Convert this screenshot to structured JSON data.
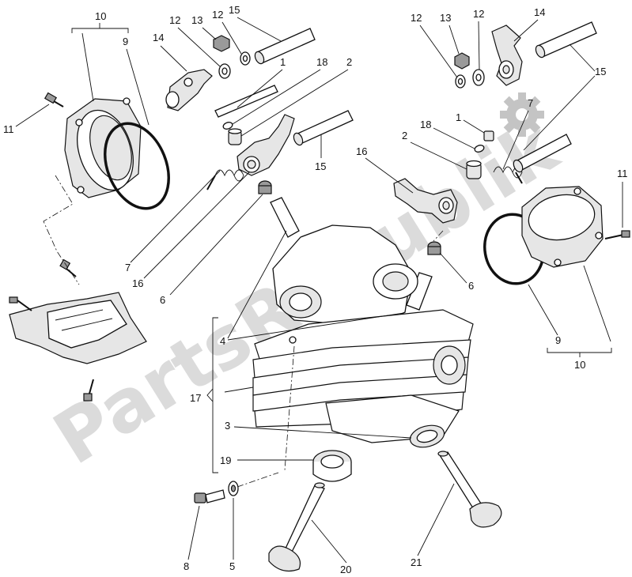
{
  "watermark": {
    "text": "PartsRepublik"
  },
  "callouts": {
    "c10_left": "10",
    "c9_left": "9",
    "c11_left": "11",
    "c14_left": "14",
    "c12_left": "12",
    "c13_left": "13",
    "c12_left_b": "12",
    "c15_top": "15",
    "c1_left": "1",
    "c18_left": "18",
    "c2_left": "2",
    "c15_mid": "15",
    "c7_left": "7",
    "c16_left": "16",
    "c6_left": "6",
    "c12_right": "12",
    "c13_right": "13",
    "c12_right_b": "12",
    "c14_right": "14",
    "c15_right": "15",
    "c18_right": "18",
    "c1_right": "1",
    "c7_right": "7",
    "c16_right": "16",
    "c2_right": "2",
    "c11_right": "11",
    "c6_right": "6",
    "c9_right": "9",
    "c10_right": "10",
    "c4": "4",
    "c17": "17",
    "c3": "3",
    "c19": "19",
    "c8": "8",
    "c5": "5",
    "c20": "20",
    "c21": "21"
  },
  "colors": {
    "line": "#111111",
    "watermark": "#bdbdbd",
    "shade": "#e6e6e6"
  }
}
